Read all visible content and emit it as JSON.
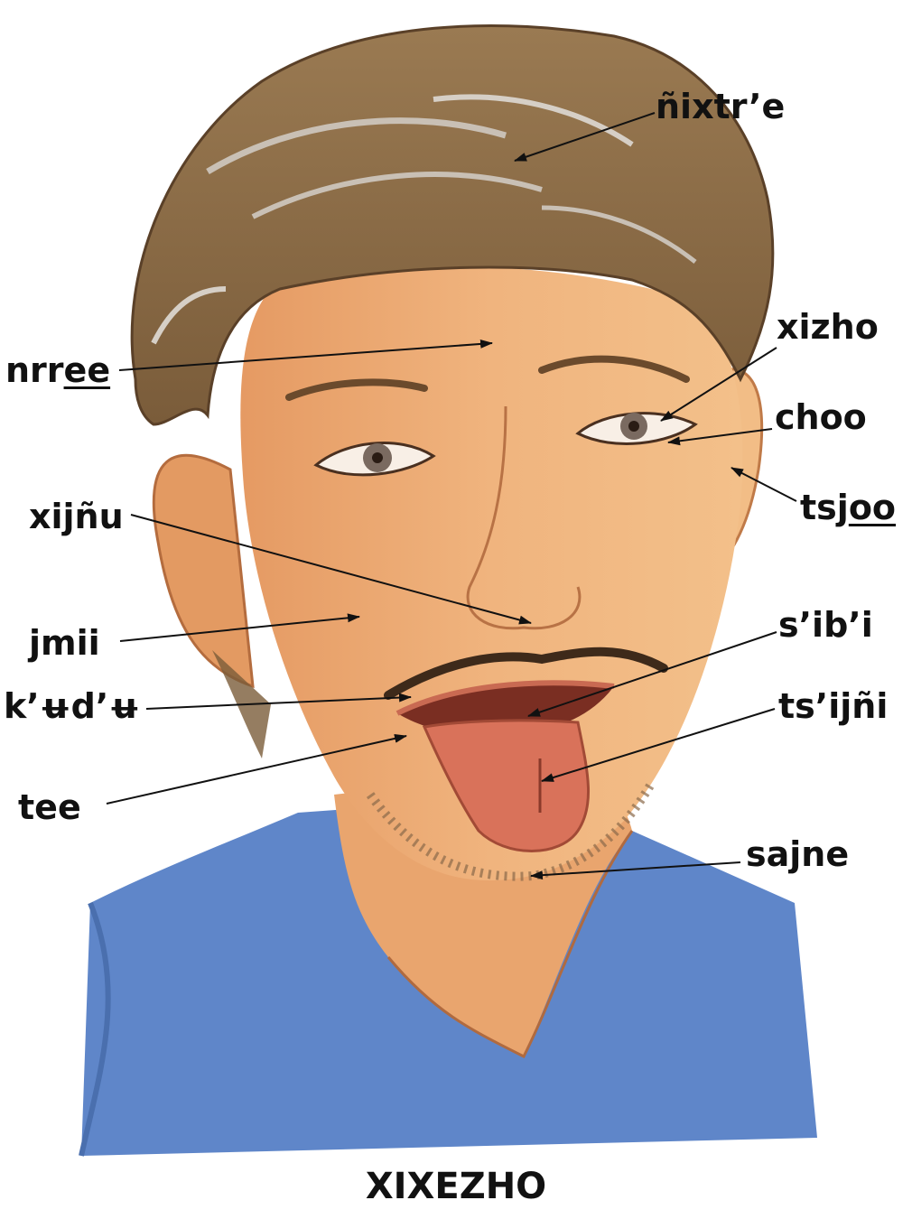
{
  "caption": "XIXEZHO",
  "labels": {
    "hair": {
      "pre": "ñixtr’e",
      "ul": "",
      "post": ""
    },
    "forehead": {
      "pre": "nrr",
      "ul": "ee",
      "post": ""
    },
    "eyelash": {
      "pre": "xizho",
      "ul": "",
      "post": ""
    },
    "eye": {
      "pre": "choo",
      "ul": "",
      "post": ""
    },
    "ear": {
      "pre": "tsj",
      "ul": "oo",
      "post": ""
    },
    "nose": {
      "pre": "xijñu",
      "ul": "",
      "post": ""
    },
    "cheek": {
      "pre": "jmii",
      "ul": "",
      "post": ""
    },
    "palate": {
      "pre": "s’ib’i",
      "ul": "",
      "post": ""
    },
    "moustache": {
      "pre": "k’ʉd’ʉ",
      "ul": "",
      "post": ""
    },
    "tongue": {
      "pre": "ts’ijñi",
      "ul": "",
      "post": ""
    },
    "teeth": {
      "pre": "tee",
      "ul": "",
      "post": ""
    },
    "beard": {
      "pre": "sajne",
      "ul": "",
      "post": ""
    }
  },
  "colors": {
    "skin": "#e9a56e",
    "hair": "#8a6a45",
    "shirt": "#5f86c9",
    "tongue": "#d9725a",
    "text": "#111111"
  }
}
